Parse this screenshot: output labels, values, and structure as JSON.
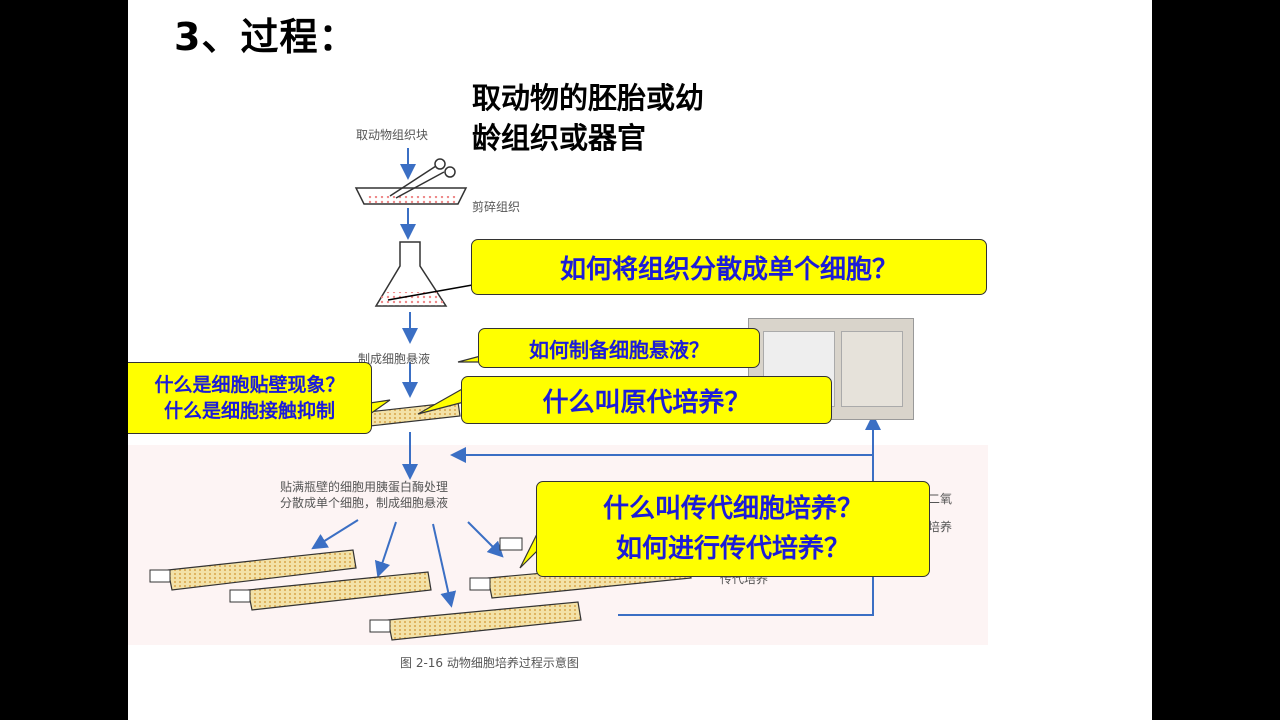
{
  "slide": {
    "title": "3、过程：",
    "intro_lines": [
      "取动物的胚胎或幼",
      "龄组织或器官"
    ]
  },
  "figure": {
    "step_take_tissue": "取动物组织块",
    "step_mince": "剪碎组织",
    "step_suspension": "制成细胞悬液",
    "step_trypsin_line1": "贴满瓶壁的细胞用胰蛋白酶处理",
    "step_trypsin_line2": "分散成单个细胞，制成细胞悬液",
    "label_co2": "二氧",
    "label_culture": "培养",
    "label_subculture": "传代培养",
    "caption": "图 2-16    动物细胞培养过程示意图"
  },
  "callouts": {
    "disperse": "如何将组织分散成单个细胞？",
    "suspension": "如何制备细胞悬液？",
    "adherence_line1": "什么是细胞贴壁现象？",
    "adherence_line2": "什么是细胞接触抑制",
    "primary": "什么叫原代培养？",
    "passage_line1": "什么叫传代细胞培养？",
    "passage_line2": "如何进行传代培养？"
  },
  "colors": {
    "callout_fill": "#ffff00",
    "callout_text": "#1c1cd8",
    "arrow": "#3b6fc4",
    "background": "#000000"
  }
}
